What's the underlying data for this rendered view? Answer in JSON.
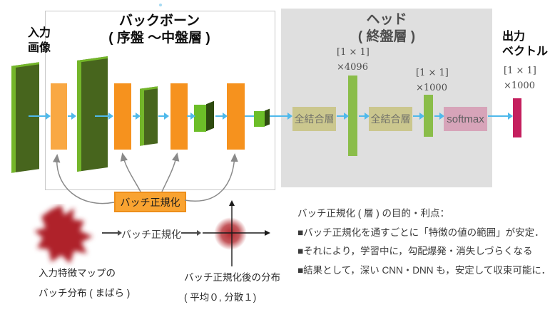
{
  "input": {
    "label_line1": "入力",
    "label_line2": "画像"
  },
  "output": {
    "label_line1": "出力",
    "label_line2": "ベクトル",
    "size_line1": "[1 × 1]",
    "size_line2": "×1000"
  },
  "backbone": {
    "title_line1": "バックボーン",
    "title_line2": "( 序盤 〜中盤層 )",
    "batch_norm_label": "バッチ正規化"
  },
  "head": {
    "title_line1": "ヘッド",
    "title_line2": "( 終盤層 )",
    "fc1_label": "全結合層",
    "fc2_label": "全結合層",
    "softmax_label": "softmax",
    "fc1_size_line1": "[1 × 1]",
    "fc1_size_line2": "×4096",
    "fc2_size_line1": "[1 × 1]",
    "fc2_size_line2": "×1000"
  },
  "bottom": {
    "flow_label": "バッチ正規化",
    "blob_caption_line1": "入力特徴マップの",
    "blob_caption_line2": "バッチ分布 ( まばら )",
    "axes_caption_line1": "バッチ正規化後の分布",
    "axes_caption_line2": "( 平均０, 分散１)",
    "notes_title": "バッチ正規化 ( 層 ) の目的・利点：",
    "notes": [
      "■バッチ正規化を通すごとに「特徴の値の範囲」が安定．",
      "■それにより，学習中に，勾配爆発・消失しづらくなる",
      "■結果として，深い CNN・DNN も，安定して収束可能に．"
    ]
  },
  "colors": {
    "feature_map_dark_green": "#47651d",
    "feature_map_edge_green": "#74b62a",
    "cube_green": "#6cbe28",
    "conv_orange": "#f6921e",
    "conv_light_orange": "#f9a843",
    "flow_arrow_blue": "#4fb9eb",
    "head_bg_gray": "#dfdfdf",
    "fc_khaki": "#cbc78e",
    "softmax_pink": "#d7a4b9",
    "head_green_bar": "#8abd49",
    "output_crimson": "#c41f5e",
    "batch_norm_orange": "#f9a331",
    "blob_red": "#af2429"
  }
}
